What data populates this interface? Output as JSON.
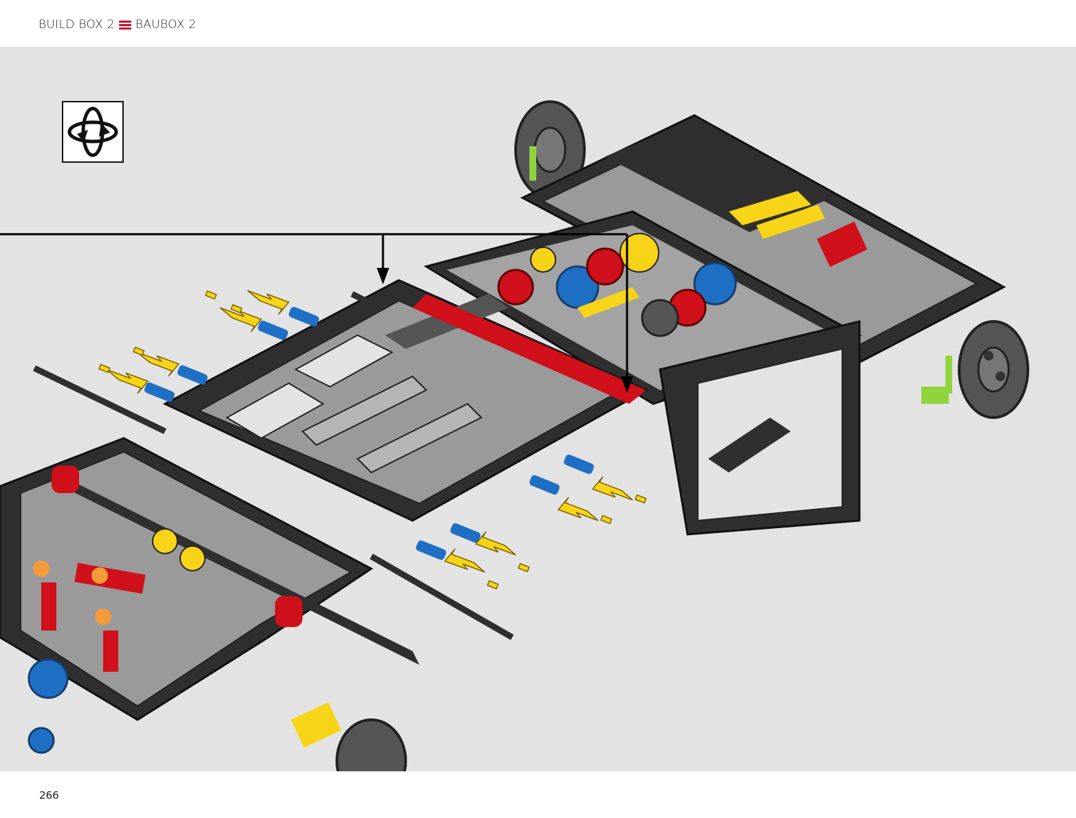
{
  "header": {
    "build_box_en": "BUILD BOX 2",
    "build_box_de": "BAUBOX 2",
    "separator_icon": "three-red-bars-icon"
  },
  "step": {
    "rotate_icon": "rotate-model-icon"
  },
  "footer": {
    "page_number": "266"
  },
  "colors": {
    "background": "#e3e3e3",
    "beam_dark": "#2f2f2f",
    "beam_light": "#9a9a9a",
    "accent_red": "#d0101a",
    "accent_yellow": "#f7d417",
    "accent_blue": "#1f6fc4",
    "accent_orange": "#f39a3a",
    "accent_green": "#8fd43c",
    "arrow_yellow": "#f7d417",
    "callout_line": "#000000"
  }
}
